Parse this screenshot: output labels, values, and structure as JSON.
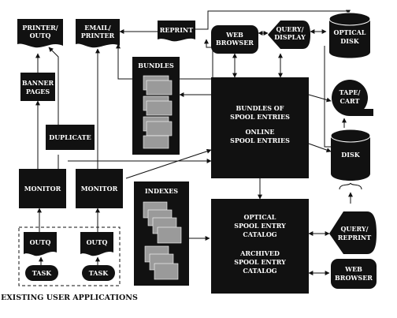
{
  "nodes": {
    "printer_outq": [
      "PRINTER/",
      "OUTQ"
    ],
    "email_printer": [
      "EMAIL/",
      "PRINTER"
    ],
    "reprint": "REPRINT",
    "web_browser_top": [
      "WEB",
      "BROWSER"
    ],
    "query_display": [
      "QUERY/",
      "DISPLAY"
    ],
    "optical_disk": [
      "OPTICAL",
      "DISK"
    ],
    "banner_pages": [
      "BANNER",
      "PAGES"
    ],
    "duplicate": "DUPLICATE",
    "bundles": "BUNDLES",
    "bundles_spool": [
      "BUNDLES OF",
      "SPOOL ENTRIES"
    ],
    "online_spool": [
      "ONLINE",
      "SPOOL ENTRIES"
    ],
    "tape_cart": [
      "TAPE/",
      "CART"
    ],
    "disk": "DISK",
    "monitor_left": "MONITOR",
    "monitor_right": "MONITOR",
    "indexes": "INDEXES",
    "optical_catalog": [
      "OPTICAL",
      "SPOOL ENTRY",
      "CATALOG"
    ],
    "archived_catalog": [
      "ARCHIVED",
      "SPOOL ENTRY",
      "CATALOG"
    ],
    "query_reprint": [
      "QUERY/",
      "REPRINT"
    ],
    "web_browser_bottom": [
      "WEB",
      "BROWSER"
    ],
    "outq_left": "OUTQ",
    "outq_right": "OUTQ",
    "task_left": "TASK",
    "task_right": "TASK"
  },
  "caption": "EXISTING USER APPLICATIONS",
  "colors": {
    "fill": "#111111",
    "text": "#ffffff",
    "line": "#111111",
    "page": "#9a9a9a"
  }
}
